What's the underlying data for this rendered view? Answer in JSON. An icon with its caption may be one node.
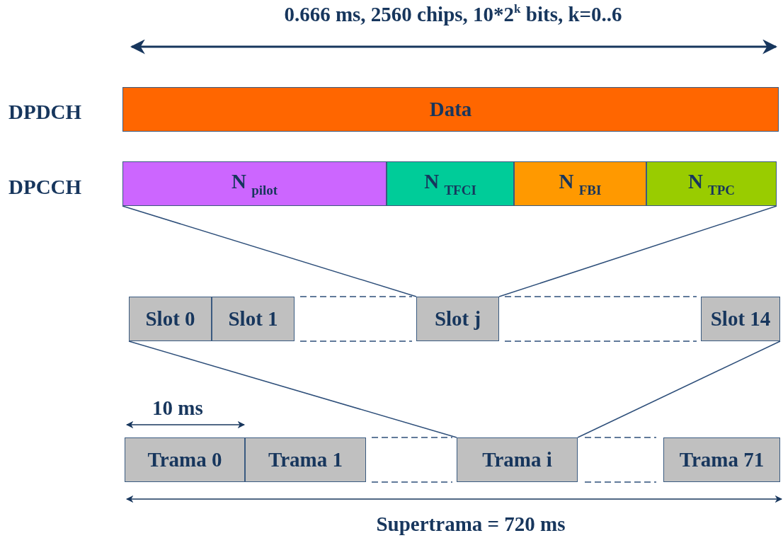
{
  "diagram": {
    "nodes": [
      {
        "text": [
          "Data"
        ]
      },
      {
        "text": [
          "N $_{pilot}$"
        ]
      },
      {
        "text": [
          "N $_{TFCI}$"
        ]
      },
      {
        "text": [
          "N $_{FBI}$"
        ]
      },
      {
        "text": [
          "N $_{TPC}$"
        ]
      },
      {
        "text": [
          "Slot 0"
        ]
      },
      {
        "text": [
          "Slot 1"
        ]
      },
      {
        "text": [
          "Slot j"
        ]
      },
      {
        "text": [
          "Slot 14"
        ]
      },
      {
        "text": [
          "Trama 0"
        ]
      },
      {
        "text": [
          "Trama 1"
        ]
      },
      {
        "text": [
          "Trama i"
        ]
      },
      {
        "text": [
          "Trama 71"
        ]
      }
    ],
    "edges": [
      {
        "from": 1,
        "to": 7,
        "arrow": "none"
      },
      {
        "from": 4,
        "to": 7,
        "arrow": "none"
      },
      {
        "from": 6,
        "to": 7,
        "arrow": "none",
        "style": "dashed"
      },
      {
        "from": 6,
        "to": 7,
        "arrow": "none",
        "style": "dashed"
      },
      {
        "from": 7,
        "to": 8,
        "arrow": "none",
        "style": "dashed"
      },
      {
        "from": 7,
        "to": 8,
        "arrow": "none",
        "style": "dashed"
      },
      {
        "from": 5,
        "to": 11,
        "arrow": "none"
      },
      {
        "from": 8,
        "to": 11,
        "arrow": "none"
      },
      {
        "from": 10,
        "to": 11,
        "arrow": "none",
        "style": "dashed"
      },
      {
        "from": 10,
        "to": 11,
        "arrow": "none",
        "style": "dashed"
      },
      {
        "from": 11,
        "to": 12,
        "arrow": "none",
        "style": "dashed"
      },
      {
        "from": 11,
        "to": 12,
        "arrow": "none",
        "style": "dashed"
      }
    ],
    "labels": [
      "0.666 ms, 2560 chips, 10*2$^{k}$ bits, k=0..6",
      "DPDCH",
      "DPCCH",
      "10 ms",
      "Supertrama = 720 ms"
    ]
  }
}
